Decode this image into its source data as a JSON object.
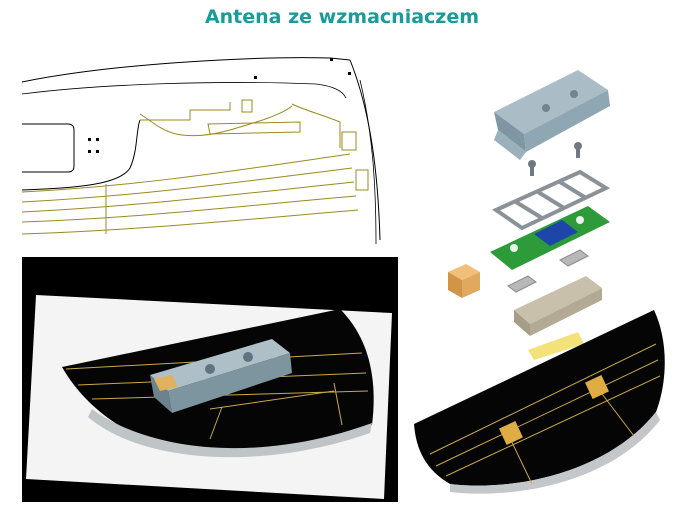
{
  "title": "Antena ze wzmacniaczem",
  "colors": {
    "title": "#1b9a9a",
    "antenna_trace": "#9c8a1f",
    "amp_housing": "#8fa7b3",
    "pcb_green": "#2e9b3a",
    "connector_orange": "#d9a84d",
    "glass_black": "#000000"
  },
  "panels": [
    {
      "name": "windshield-outline-drawing"
    },
    {
      "name": "amplifier-mounted-on-glass"
    },
    {
      "name": "amplifier-exploded-view"
    }
  ]
}
